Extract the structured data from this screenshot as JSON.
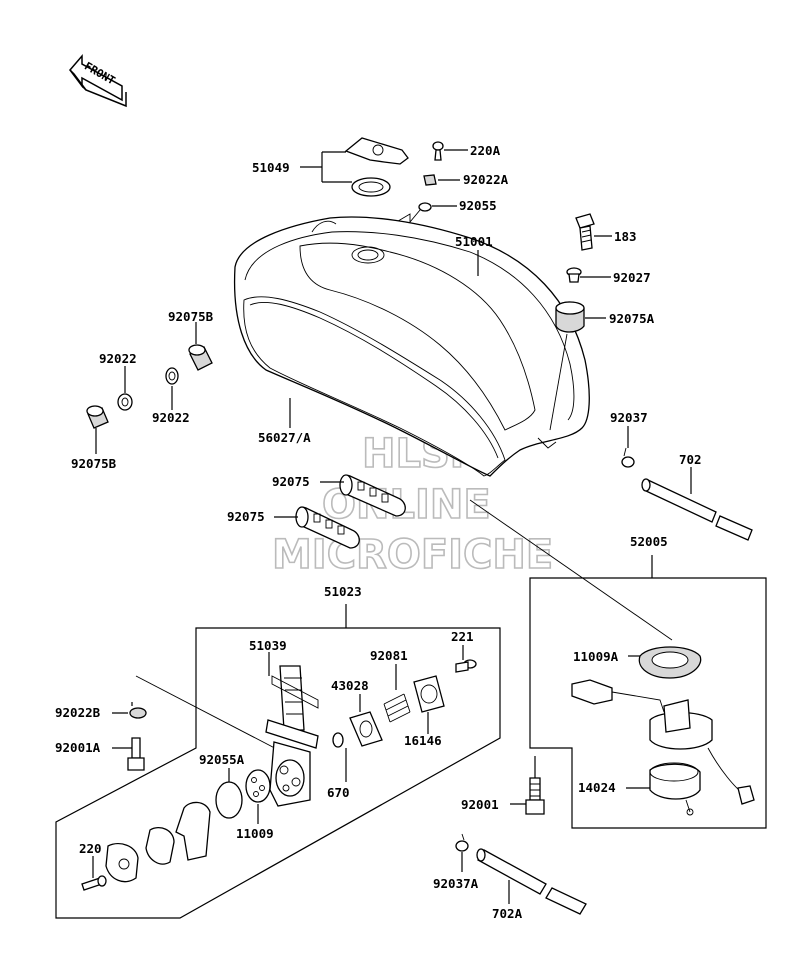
{
  "front_arrow": {
    "text": "FRONT"
  },
  "watermark": {
    "line1": "HLSM",
    "line2": "ONLINE",
    "line3": "MICROFICHE"
  },
  "labels": {
    "p51049": "51049",
    "p220A": "220A",
    "p92022A": "92022A",
    "p92055": "92055",
    "p51001": "51001",
    "p183": "183",
    "p92027": "92027",
    "p92075A": "92075A",
    "p92075B_top": "92075B",
    "p92022_left": "92022",
    "p92022_mid": "92022",
    "p92075B_left": "92075B",
    "p56027": "56027/A",
    "p92037": "92037",
    "p702": "702",
    "p92075_a": "92075",
    "p92075_b": "92075",
    "p52005": "52005",
    "p51023": "51023",
    "p11009A": "11009A",
    "p221": "221",
    "p51039": "51039",
    "p92081": "92081",
    "p43028": "43028",
    "p92022B": "92022B",
    "p16146": "16146",
    "p92001A": "92001A",
    "p92055A": "92055A",
    "p670": "670",
    "p14024": "14024",
    "p11009": "11009",
    "p92001": "92001",
    "p220": "220",
    "p92037A": "92037A",
    "p702A": "702A"
  }
}
